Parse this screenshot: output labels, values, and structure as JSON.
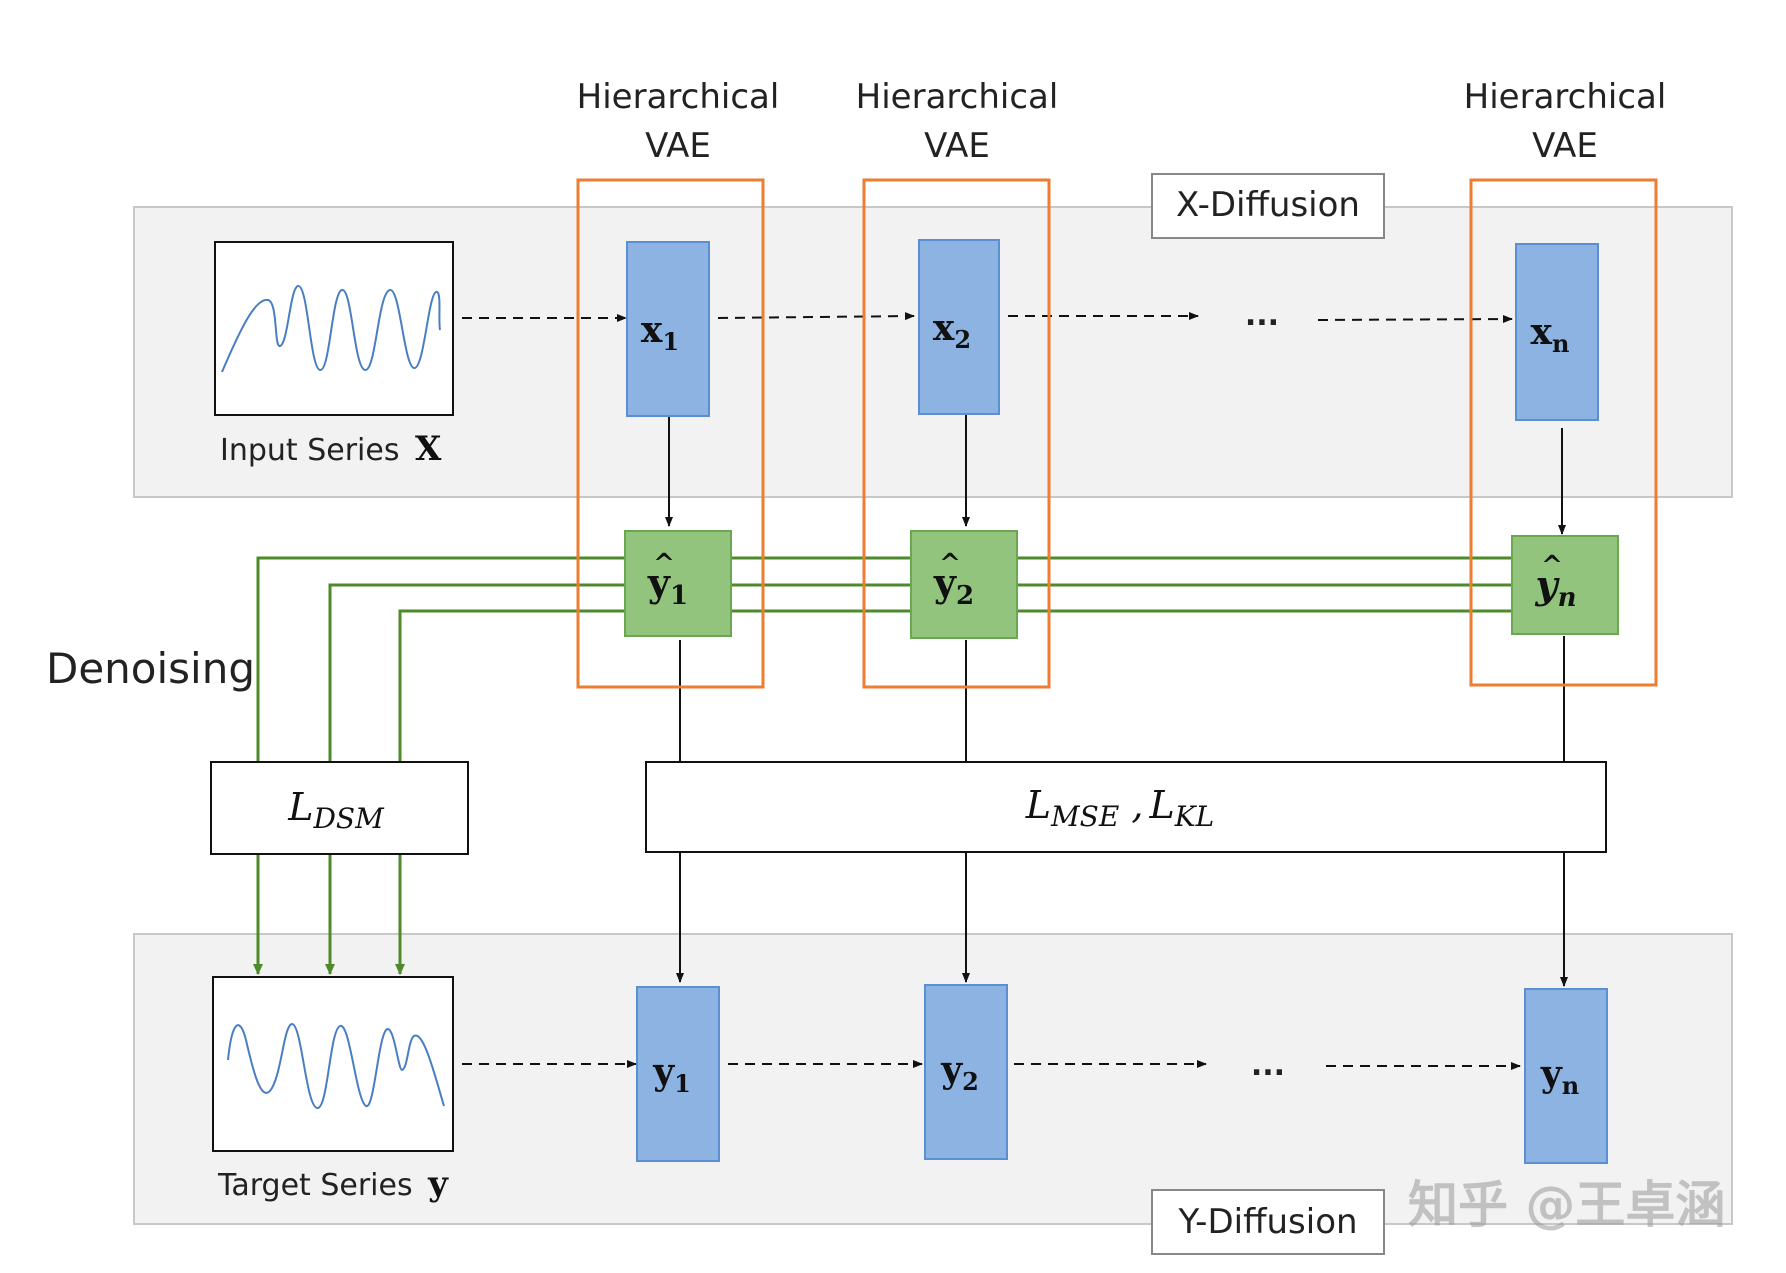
{
  "vae_label_line1": "Hierarchical",
  "vae_label_line2": "VAE",
  "x_diffusion_label": "X-Diffusion",
  "y_diffusion_label": "Y-Diffusion",
  "input_series_label": "Input Series",
  "input_series_symbol": "X",
  "target_series_label": "Target Series",
  "target_series_symbol": "y",
  "denoising_label": "Denoising",
  "ellipsis": "...",
  "loss_dsm": {
    "main": "L",
    "sub": "DSM"
  },
  "loss_mse_kl": {
    "main1": "L",
    "sub1": "MSE",
    "sep": " ,",
    "main2": "L",
    "sub2": "KL"
  },
  "x_nodes": [
    {
      "main": "x",
      "sub": "1"
    },
    {
      "main": "x",
      "sub": "2"
    },
    {
      "main": "x",
      "sub": "n"
    }
  ],
  "yhat_nodes": [
    {
      "hat": "^",
      "main": "y",
      "sub": "1"
    },
    {
      "hat": "^",
      "main": "y",
      "sub": "2"
    },
    {
      "hat": "^",
      "main": "y",
      "sub": "n"
    }
  ],
  "y_nodes": [
    {
      "main": "y",
      "sub": "1"
    },
    {
      "main": "y",
      "sub": "2"
    },
    {
      "main": "y",
      "sub": "n"
    }
  ],
  "watermark": "知乎 @王卓涵",
  "colors": {
    "panel_fill": "#f2f2f2",
    "panel_stroke": "#c8c8c8",
    "blue_box": "#8db3e2",
    "blue_stroke": "#5b8fd1",
    "green_box": "#93c47d",
    "green_stroke": "#6aa84f",
    "green_line": "#4e8a2a",
    "orange": "#ed7d31",
    "wave": "#4a7ec2"
  }
}
